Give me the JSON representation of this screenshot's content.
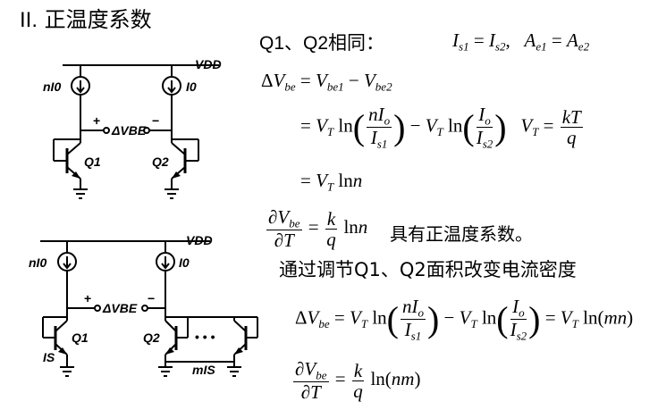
{
  "heading": {
    "roman": "II.",
    "title": "正温度系数"
  },
  "circuit_top": {
    "supply": "VDD",
    "left_source": "nI0",
    "right_source": "I0",
    "delta_label": "ΔVBE",
    "plus": "+",
    "minus": "−",
    "q1": "Q1",
    "q2": "Q2"
  },
  "circuit_bottom": {
    "supply": "VDD",
    "left_source": "nI0",
    "right_source": "I0",
    "delta_label": "ΔVBE",
    "plus": "+",
    "minus": "−",
    "q1": "Q1",
    "q2": "Q2",
    "dots": "• • •",
    "left_emitter_current": "IS",
    "right_emitter_current": "mIS"
  },
  "text": {
    "same_label": "Q1、Q2相同：",
    "positive_tc": "具有正温度系数。",
    "adjust_area": "通过调节Q1、Q2面积改变电流密度"
  }
}
